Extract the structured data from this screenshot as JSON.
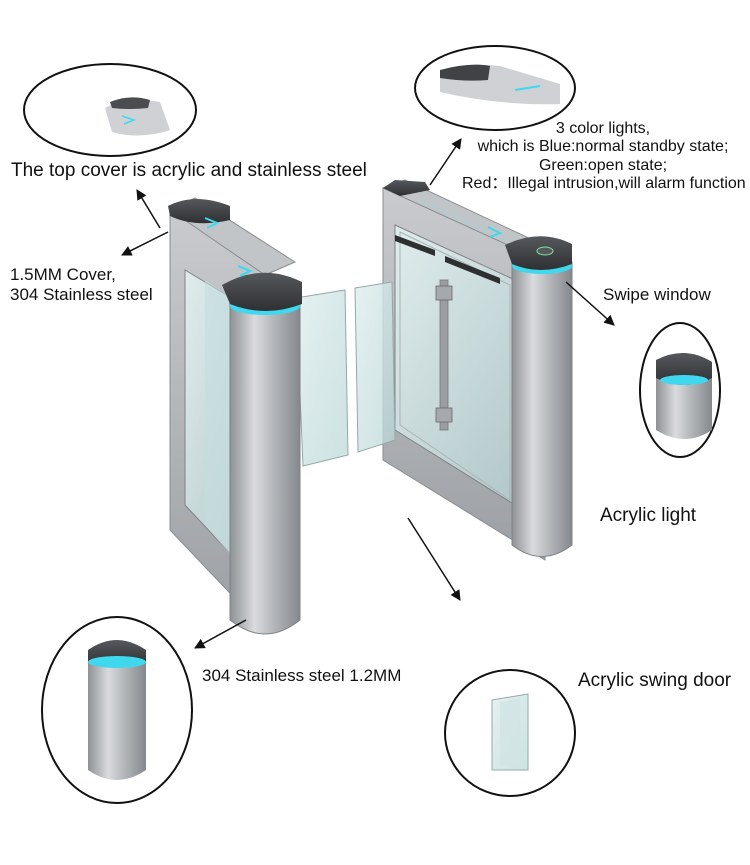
{
  "callouts": {
    "top_cover": "The top cover is acrylic and stainless steel",
    "cover_line1": "1.5MM Cover,",
    "cover_line2": "304 Stainless steel",
    "lights_line1": "3 color lights,",
    "lights_line2": "which is Blue:normal standby state;",
    "lights_line3": "Green:open state;",
    "lights_line4": "Red：Illegal intrusion,will alarm function",
    "swipe_window": "Swipe window",
    "acrylic_light": "Acrylic light",
    "steel_body": "304 Stainless steel 1.2MM",
    "swing_door": "Acrylic swing door"
  },
  "colors": {
    "steel": "#b3b6ba",
    "steel_dark": "#8a8d91",
    "cap": "#3a3c3f",
    "led": "#3fd8ee",
    "glass": "#cfe6e6",
    "text": "#111111"
  }
}
